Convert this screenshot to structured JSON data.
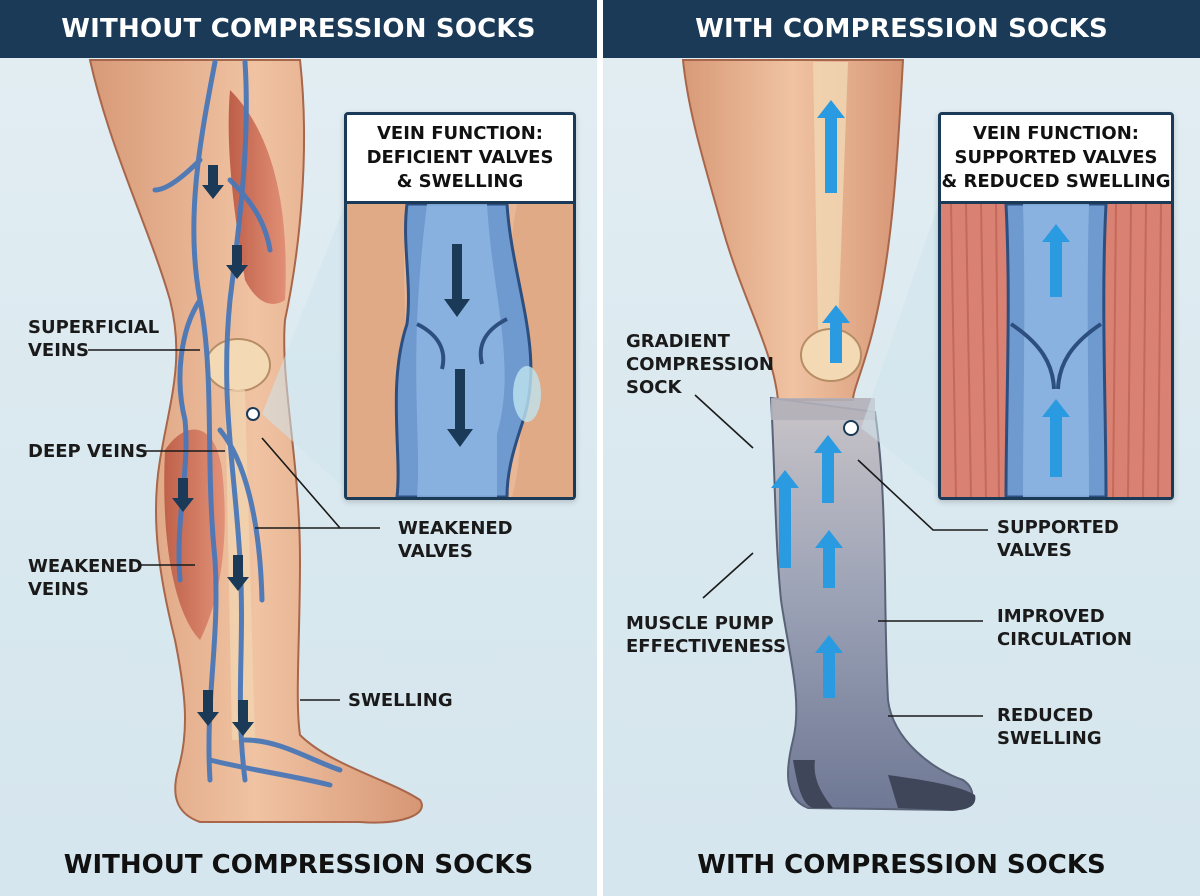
{
  "left": {
    "header": "WITHOUT COMPRESSION SOCKS",
    "footer": "WITHOUT COMPRESSION SOCKS",
    "inset_title": "VEIN FUNCTION:\nDEFICIENT VALVES\n& SWELLING",
    "labels": {
      "superficial_veins": "SUPERFICIAL\nVEINS",
      "deep_veins": "DEEP VEINS",
      "weakened_veins": "WEAKENED\nVEINS",
      "weakened_valves": "WEAKENED\nVALVES",
      "swelling": "SWELLING"
    }
  },
  "right": {
    "header": "WITH COMPRESSION SOCKS",
    "footer": "WITH COMPRESSION SOCKS",
    "inset_title": "VEIN FUNCTION:\nSUPPORTED VALVES\n& REDUCED SWELLING",
    "labels": {
      "gradient_sock": "GRADIENT\nCOMPRESSION\nSOCK",
      "muscle_pump": "MUSCLE PUMP\nEFFECTIVENESS",
      "supported_valves": "SUPPORTED\nVALVES",
      "improved_circulation": "IMPROVED\nCIRCULATION",
      "reduced_swelling": "REDUCED\nSWELLING"
    }
  },
  "colors": {
    "header_bg": "#1b3a57",
    "panel_bg": "#e3eef3",
    "skin": "#e8b48f",
    "muscle": "#c96b55",
    "vein": "#4a78b8",
    "flow_arrow_down": "#1b3a57",
    "flow_arrow_up": "#2a9be0",
    "sock": "#8f9aad"
  }
}
